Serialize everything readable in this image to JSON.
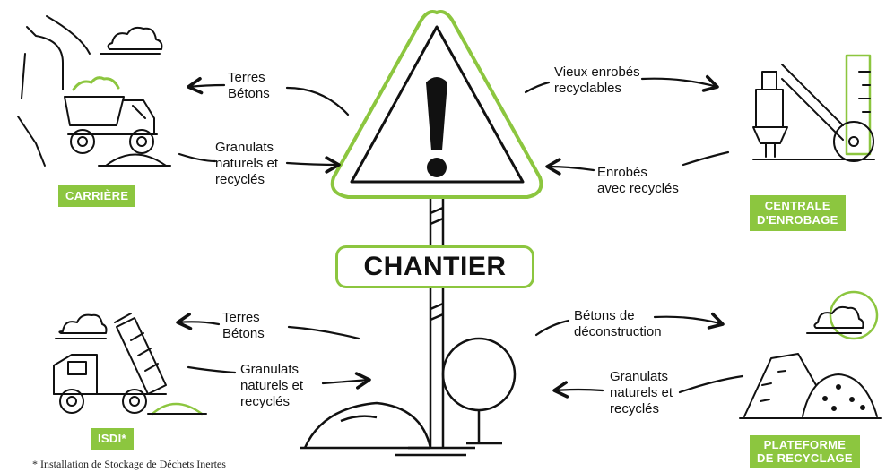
{
  "accent_color": "#8cc63f",
  "center": {
    "label": "CHANTIER"
  },
  "sites": {
    "carriere": {
      "badge": [
        "CARRIÈRE"
      ],
      "icon": "dump-truck-icon"
    },
    "centrale": {
      "badge": [
        "CENTRALE",
        "D'ENROBAGE"
      ],
      "icon": "asphalt-plant-icon"
    },
    "isdi": {
      "badge": [
        "ISDI*"
      ],
      "icon": "tipper-truck-icon"
    },
    "plateforme": {
      "badge": [
        "PLATEFORME",
        "DE RECYCLAGE"
      ],
      "icon": "recycling-platform-icon"
    }
  },
  "flows": {
    "carriere_out": [
      "Terres",
      "Bétons"
    ],
    "carriere_in": [
      "Granulats",
      "naturels et",
      "recyclés"
    ],
    "centrale_out": [
      "Vieux enrobés",
      "recyclables"
    ],
    "centrale_in": [
      "Enrobés",
      "avec recyclés"
    ],
    "isdi_out": [
      "Terres",
      "Bétons"
    ],
    "isdi_in": [
      "Granulats",
      "naturels et",
      "recyclés"
    ],
    "plateforme_out": [
      "Bétons de",
      "déconstruction"
    ],
    "plateforme_in": [
      "Granulats",
      "naturels et",
      "recyclés"
    ]
  },
  "footnote": "* Installation de Stockage de Déchets Inertes"
}
